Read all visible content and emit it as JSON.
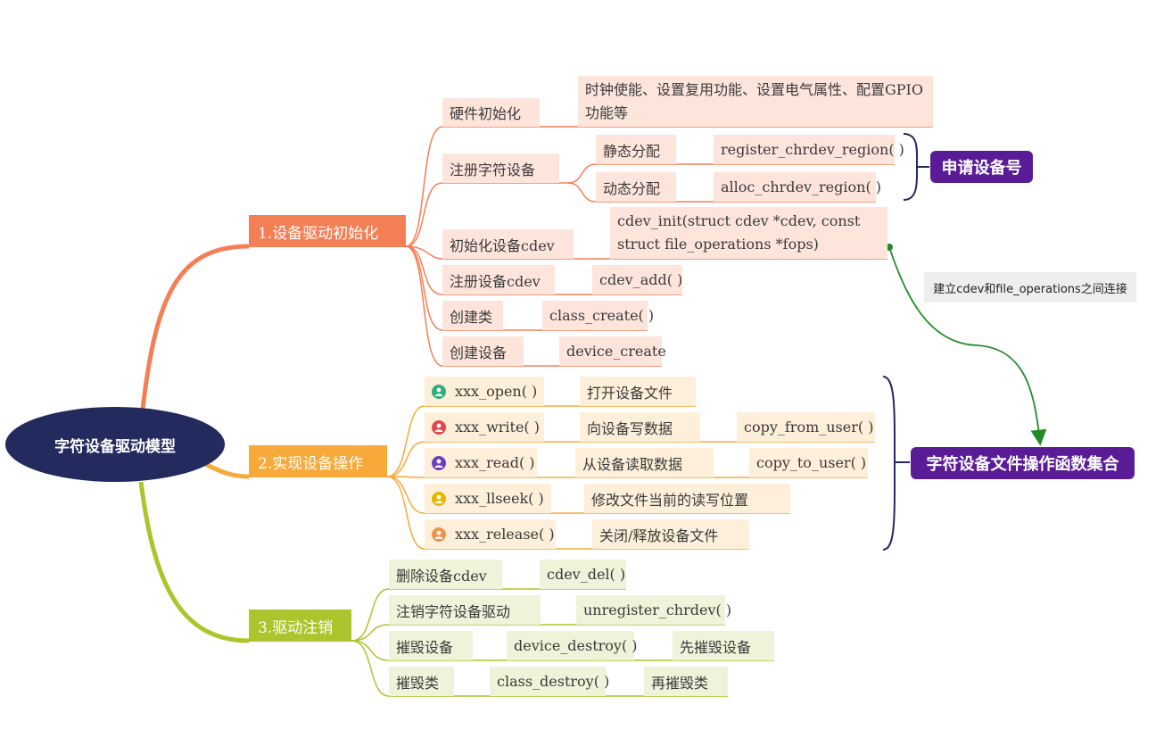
{
  "root": {
    "label": "字符设备驱动模型"
  },
  "branches": {
    "init": {
      "label": "1.设备驱动初始化"
    },
    "ops": {
      "label": "2.实现设备操作"
    },
    "exit": {
      "label": "3.驱动注销"
    }
  },
  "init": {
    "hw": {
      "label": "硬件初始化",
      "detail": "时钟使能、设置复用功能、设置电气属性、配置GPIO功能等"
    },
    "reg": {
      "label": "注册字符设备",
      "static": {
        "label": "静态分配",
        "func": "register_chrdev_region( )"
      },
      "dynamic": {
        "label": "动态分配",
        "func": "alloc_chrdev_region( )"
      }
    },
    "cdev_init": {
      "label": "初始化设备cdev",
      "func": "cdev_init(struct cdev *cdev, const struct file_operations *fops)"
    },
    "cdev_add": {
      "label": "注册设备cdev",
      "func": "cdev_add( )"
    },
    "class": {
      "label": "创建类",
      "func": "class_create( )"
    },
    "device": {
      "label": "创建设备",
      "func": "device_create"
    }
  },
  "ops": {
    "open": {
      "label": "xxx_open( )",
      "desc": "打开设备文件",
      "color": "#2fae7a"
    },
    "write": {
      "label": "xxx_write( )",
      "desc": "向设备写数据",
      "extra": "copy_from_user( )",
      "color": "#e2474b"
    },
    "read": {
      "label": "xxx_read( )",
      "desc": "从设备读取数据",
      "extra": "copy_to_user( )",
      "color": "#6a3fc0"
    },
    "llseek": {
      "label": "xxx_llseek( )",
      "desc": "修改文件当前的读写位置",
      "color": "#e4b800"
    },
    "release": {
      "label": "xxx_release( )",
      "desc": "关闭/释放设备文件",
      "color": "#f0924b"
    }
  },
  "exit": {
    "cdev_del": {
      "label": "删除设备cdev",
      "func": "cdev_del( )"
    },
    "unreg": {
      "label": "注销字符设备驱动",
      "func": "unregister_chrdev( )"
    },
    "dev_destroy": {
      "label": "摧毁设备",
      "func": "device_destroy( )",
      "note": "先摧毁设备"
    },
    "class_destroy": {
      "label": "摧毁类",
      "func": "class_destroy( )",
      "note": "再摧毁类"
    }
  },
  "summary": {
    "devno": "申请设备号",
    "fops": "字符设备文件操作函数集合",
    "link_note": "建立cdev和file_operations之间连接"
  },
  "colors": {
    "init": "#f47f55",
    "ops": "#f7a93a",
    "exit": "#abc52c",
    "root": "#232a5e",
    "label": "#5a1c96",
    "link": "#238a2a"
  }
}
